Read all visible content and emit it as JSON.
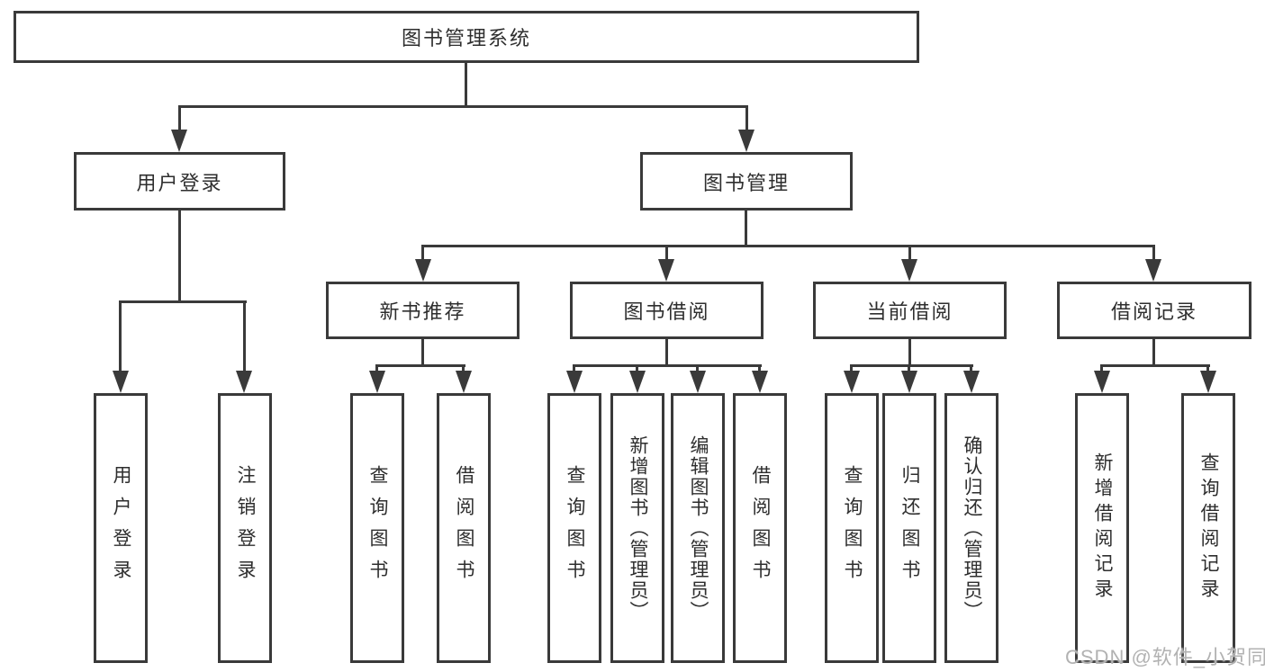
{
  "diagram": {
    "title": "图书管理系统",
    "root": {
      "label": "图书管理系统"
    },
    "level1": [
      {
        "label": "用户登录"
      },
      {
        "label": "图书管理"
      }
    ],
    "categories": [
      {
        "label": "新书推荐"
      },
      {
        "label": "图书借阅"
      },
      {
        "label": "当前借阅"
      },
      {
        "label": "借阅记录"
      }
    ],
    "leaves": {
      "user_login": [
        "用户登录",
        "注销登录"
      ],
      "new_book": [
        "查询图书",
        "借阅图书"
      ],
      "book_borrow": [
        "查询图书",
        "新增图书（管理员）",
        "编辑图书（管理员）",
        "借阅图书"
      ],
      "current_borrow": [
        "查询图书",
        "归还图书",
        "确认归还（管理员）"
      ],
      "borrow_records": [
        "新增借阅记录",
        "查询借阅记录"
      ]
    },
    "colors": {
      "line": "#3a3a3a",
      "text": "#2e2e2e",
      "background": "#ffffff",
      "watermark": "#b2b2b2"
    }
  },
  "watermark": {
    "text": "CSDN @软件_小贺同学"
  }
}
